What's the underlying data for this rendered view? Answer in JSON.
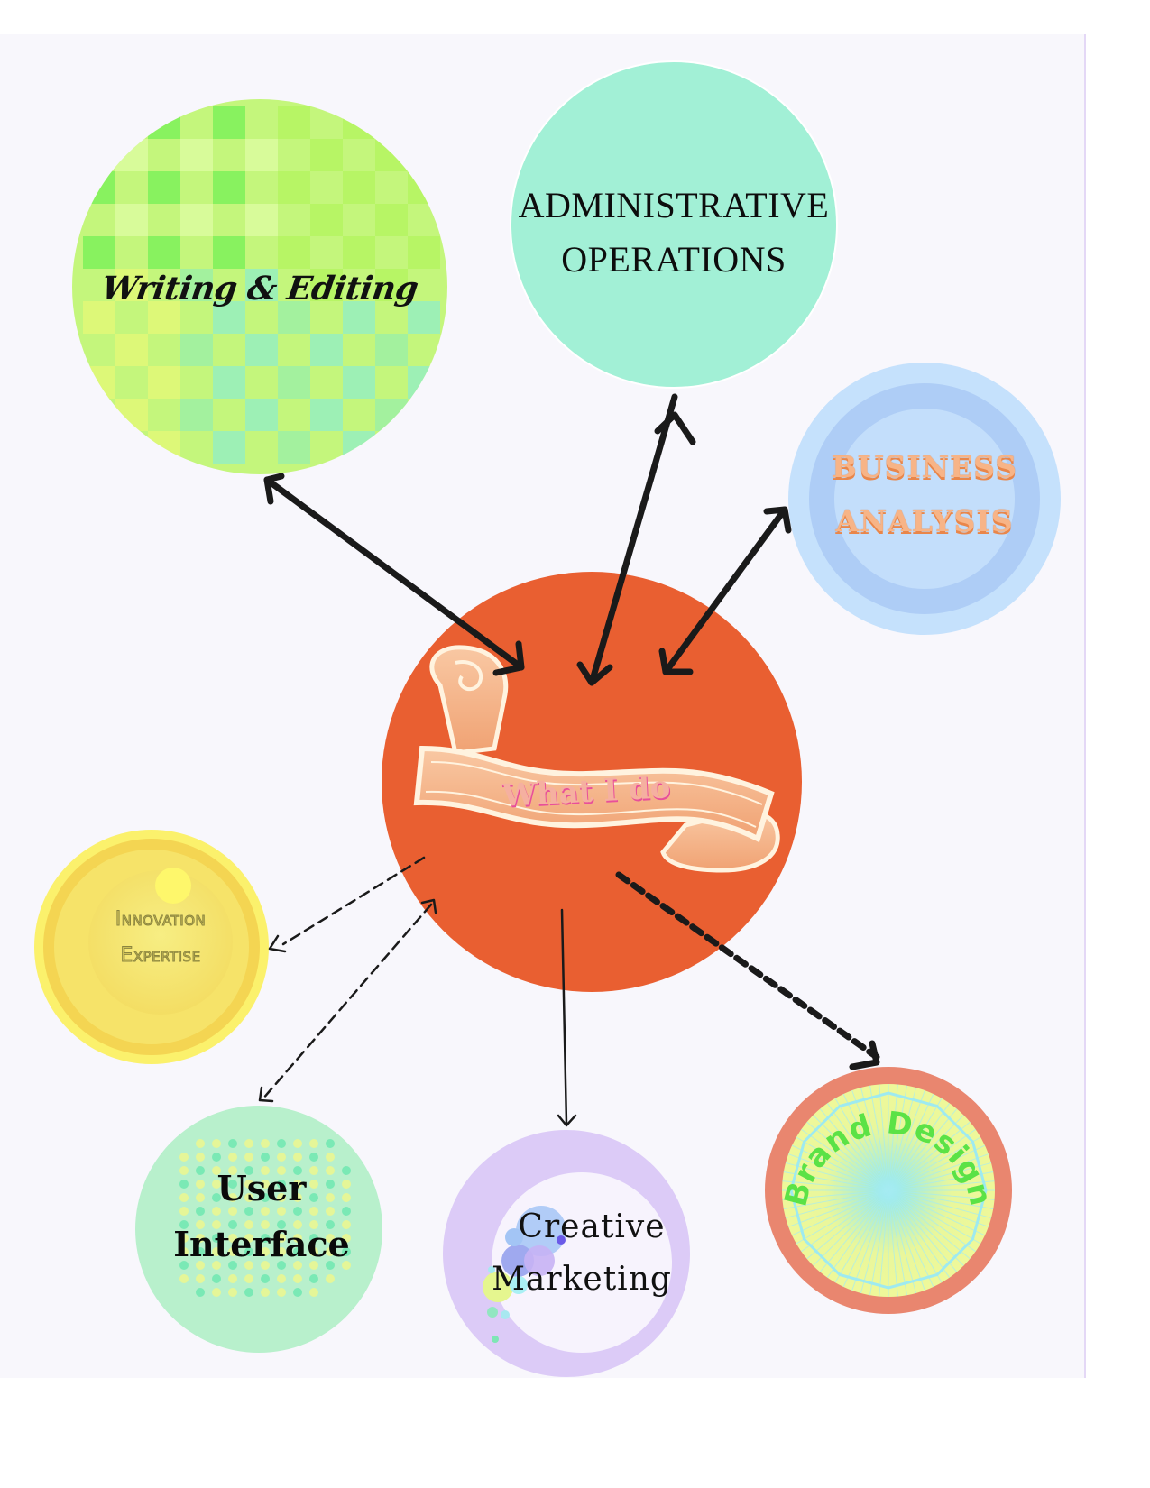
{
  "diagram": {
    "type": "mind-map",
    "center": {
      "label": "What I do",
      "color": "#e95f31",
      "banner_color": "#f5b994"
    },
    "nodes": [
      {
        "id": "writing",
        "label": "Writing & Editing",
        "color": "#c4f67c",
        "connector": "solid-bidirectional"
      },
      {
        "id": "admin",
        "label_lines": [
          "ADMINISTRATIVE",
          "OPERATIONS"
        ],
        "color": "#a2f0d6",
        "connector": "solid-bidirectional"
      },
      {
        "id": "business",
        "label_lines": [
          "BUSINESS",
          "ANALYSIS"
        ],
        "color": "#b9d9fb",
        "connector": "solid-bidirectional"
      },
      {
        "id": "innovation",
        "label_lines": [
          "Innovation",
          "Expertise"
        ],
        "color": "#f7e36a",
        "connector": "dashed-outgoing"
      },
      {
        "id": "ui",
        "label_lines": [
          "User",
          "Interface"
        ],
        "color": "#b8f0cc",
        "connector": "dashed-bidirectional"
      },
      {
        "id": "creative",
        "label_lines": [
          "Creative",
          "Marketing"
        ],
        "color": "#dccbf7",
        "connector": "solid-outgoing"
      },
      {
        "id": "brand",
        "label": "Brand Design",
        "color": "#e9866f",
        "connector": "dashed-thick-outgoing"
      }
    ]
  }
}
